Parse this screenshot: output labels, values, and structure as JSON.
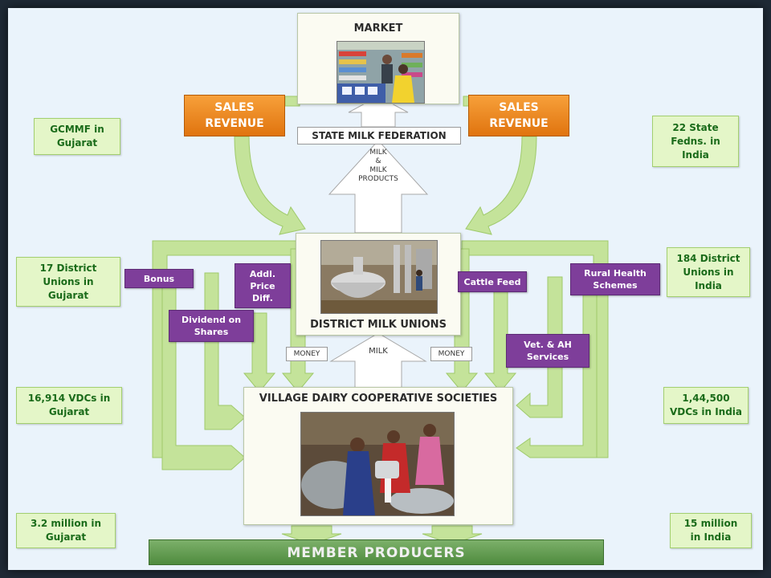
{
  "market": {
    "title": "MARKET"
  },
  "sales_revenue_left": {
    "line1": "SALES",
    "line2": "REVENUE"
  },
  "sales_revenue_right": {
    "line1": "SALES",
    "line2": "REVENUE"
  },
  "state_federation": {
    "title": "STATE MILK FEDERATION"
  },
  "milk_products_arrow": {
    "line1": "MILK",
    "line2": "&",
    "line3": "MILK",
    "line4": "PRODUCTS"
  },
  "district_unions": {
    "title": "DISTRICT MILK UNIONS"
  },
  "money_left": "MONEY",
  "money_right": "MONEY",
  "milk_arrow": "MILK",
  "village_societies": {
    "title": "VILLAGE DAIRY COOPERATIVE SOCIETIES"
  },
  "member_producers": "MEMBER PRODUCERS",
  "left_stats": [
    {
      "line1": "GCMMF in",
      "line2": "Gujarat"
    },
    {
      "line1": "17 District",
      "line2": "Unions in",
      "line3": "Gujarat"
    },
    {
      "line1": "16,914 VDCs in",
      "line2": "Gujarat"
    },
    {
      "line1": "3.2 million in",
      "line2": "Gujarat"
    }
  ],
  "right_stats": [
    {
      "line1": "22 State",
      "line2": "Fedns. in",
      "line3": "India"
    },
    {
      "line1": "184 District",
      "line2": "Unions in",
      "line3": "India"
    },
    {
      "line1": "1,44,500",
      "line2": "VDCs in India"
    },
    {
      "line1": "15 million",
      "line2": "in India"
    }
  ],
  "benefits": {
    "bonus": "Bonus",
    "addl_price": {
      "line1": "Addl.",
      "line2": "Price",
      "line3": "Diff."
    },
    "dividend": {
      "line1": "Dividend on",
      "line2": "Shares"
    },
    "cattle_feed": "Cattle Feed",
    "rural_health": {
      "line1": "Rural Health",
      "line2": "Schemes"
    },
    "vet_services": {
      "line1": "Vet. & AH",
      "line2": "Services"
    }
  },
  "colors": {
    "arrow_green": "#c4e39a",
    "arrow_green_border": "#9fca6b",
    "sales_orange": "#ee8a1f",
    "benefit_purple": "#7e3e9a",
    "stat_text_green": "#1a6b1a",
    "member_green": "#5f9a4e"
  }
}
